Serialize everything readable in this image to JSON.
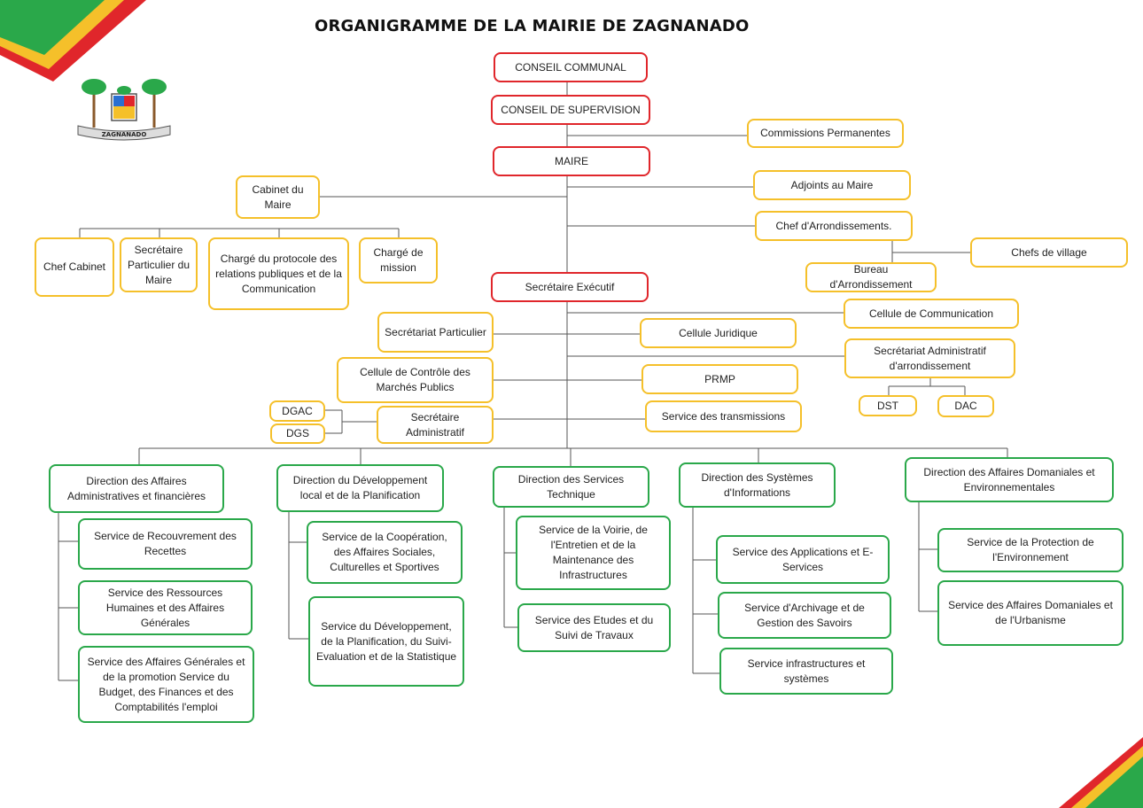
{
  "title": "ORGANIGRAMME DE LA MAIRIE DE ZAGNANADO",
  "logo": {
    "text": "ZAGNANADO"
  },
  "colors": {
    "red": "#e0262b",
    "yellow": "#f5c02a",
    "green": "#2aa84a"
  },
  "nodes": {
    "conseil_communal": "CONSEIL COMMUNAL",
    "conseil_supervision": "CONSEIL DE SUPERVISION",
    "commissions_permanentes": "Commissions Permanentes",
    "maire": "MAIRE",
    "cabinet_maire": "Cabinet du Maire",
    "adjoints_maire": "Adjoints au Maire",
    "chef_arrondissements": "Chef d'Arrondissements.",
    "chefs_village": "Chefs de village",
    "bureau_arrondissement": "Bureau d'Arrondissement",
    "chef_cabinet": "Chef Cabinet",
    "secretaire_particulier_maire": "Secrétaire Particulier du Maire",
    "charge_protocole": "Chargé du protocole des relations publiques et de la Communication",
    "charge_mission": "Chargé de mission",
    "secretaire_executif": "Secrétaire Exécutif",
    "cellule_communication": "Cellule de Communication",
    "secretariat_particulier": "Secrétariat Particulier",
    "cellule_juridique": "Cellule Juridique",
    "secretariat_admin_arrondissement": "Secrétariat Administratif d'arrondissement",
    "cellule_controle": "Cellule de Contrôle des Marchés Publics",
    "prmp": "PRMP",
    "dst": "DST",
    "dac": "DAC",
    "dgac": "DGAC",
    "dgs": "DGS",
    "secretaire_administratif": "Secrétaire Administratif",
    "service_transmissions": "Service des transmissions",
    "daaf": "Direction des Affaires Administratives et financières",
    "ddlp": "Direction du Développement local et de la Planification",
    "dst_direction": "Direction des Services Technique",
    "dsi": "Direction des Systèmes d'Informations",
    "dade": "Direction des Affaires Domaniales et Environnementales",
    "srr": "Service de Recouvrement des Recettes",
    "srhag": "Service des Ressources Humaines et des Affaires Générales",
    "sagp": "Service des Affaires Générales et de la promotion Service du Budget, des Finances et des Comptabilités l'emploi",
    "scasc": "Service de la Coopération, des Affaires Sociales, Culturelles et Sportives",
    "sdpse": "Service du Développement, de la Planification, du Suivi-Evaluation et de la Statistique",
    "svemi": "Service de la Voirie, de l'Entretien et de la Maintenance des Infrastructures",
    "sest": "Service des Etudes et du Suivi de Travaux",
    "saes": "Service des Applications et E-Services",
    "sags": "Service d'Archivage et de Gestion des Savoirs",
    "sis": "Service infrastructures et systèmes",
    "spe": "Service de la Protection de l'Environnement",
    "sadu": "Service des Affaires Domaniales et de l'Urbanisme"
  }
}
